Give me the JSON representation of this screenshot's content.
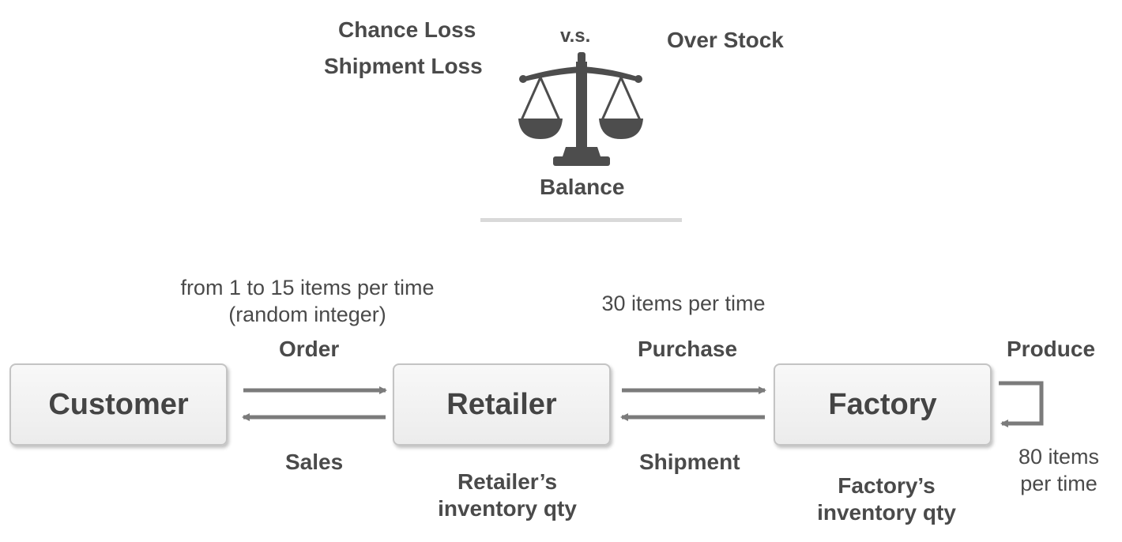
{
  "balance": {
    "left_top": "Chance Loss",
    "left_bottom": "Shipment Loss",
    "vs": "v.s.",
    "right": "Over Stock",
    "caption": "Balance"
  },
  "nodes": {
    "customer": "Customer",
    "retailer": "Retailer",
    "factory": "Factory"
  },
  "flows": {
    "order": "Order",
    "sales": "Sales",
    "purchase": "Purchase",
    "shipment": "Shipment",
    "produce": "Produce"
  },
  "notes": {
    "order_qty_line1": "from 1 to 15 items per time",
    "order_qty_line2": "(random integer)",
    "purchase_qty": "30 items per time",
    "produce_qty_line1": "80 items",
    "produce_qty_line2": "per time",
    "retailer_inventory_line1": "Retailer’s",
    "retailer_inventory_line2": "inventory qty",
    "factory_inventory_line1": "Factory’s",
    "factory_inventory_line2": "inventory qty"
  },
  "colors": {
    "arrow": "#7b7b7b",
    "scale": "#4d4d4d",
    "divider": "#d9d9d9",
    "text": "#4a4a4a"
  }
}
